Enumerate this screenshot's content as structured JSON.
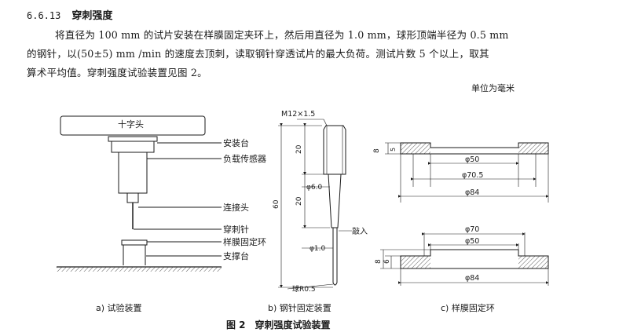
{
  "section": {
    "number": "6.6.13",
    "title": "穿刺强度"
  },
  "paragraph": {
    "line1": "将直径为 100 mm 的试片安装在样膜固定夹环上，然后用直径为 1.0 mm，球形顶端半径为 0.5 mm",
    "line2": "的钢针，以(50±5) mm /min 的速度去顶刺，读取钢针穿透试片的最大负荷。测试片数 5 个以上，取其",
    "line3": "算术平均值。穿刺强度试验装置见图 2。"
  },
  "unit_note": "单位为毫米",
  "figure_a": {
    "crosshead": "十字头",
    "mount_plate": "安装台",
    "load_sensor": "负载传感器",
    "connector": "连接头",
    "needle": "穿刺针",
    "sample_ring": "样膜固定环",
    "support": "支撑台",
    "caption": "a) 试验装置"
  },
  "figure_b": {
    "thread": "M12×1.5",
    "dim_20_top": "20",
    "dim_60": "60",
    "dim_20_mid": "20",
    "dia_6": "φ6.0",
    "press_fit": "敲入",
    "dia_1": "φ1.0",
    "ball": "球R0.5",
    "caption": "b) 钢针固定装置"
  },
  "figure_c": {
    "top_8": "8",
    "top_5": "5",
    "top_phi50": "φ50",
    "top_phi705": "φ70.5",
    "top_phi84": "φ84",
    "bot_phi70": "φ70",
    "bot_phi50": "φ50",
    "bot_8": "8",
    "bot_6": "6",
    "bot_phi84": "φ84",
    "caption": "c) 样膜固定环"
  },
  "figure_caption": "图 2　穿刺强度试验装置"
}
